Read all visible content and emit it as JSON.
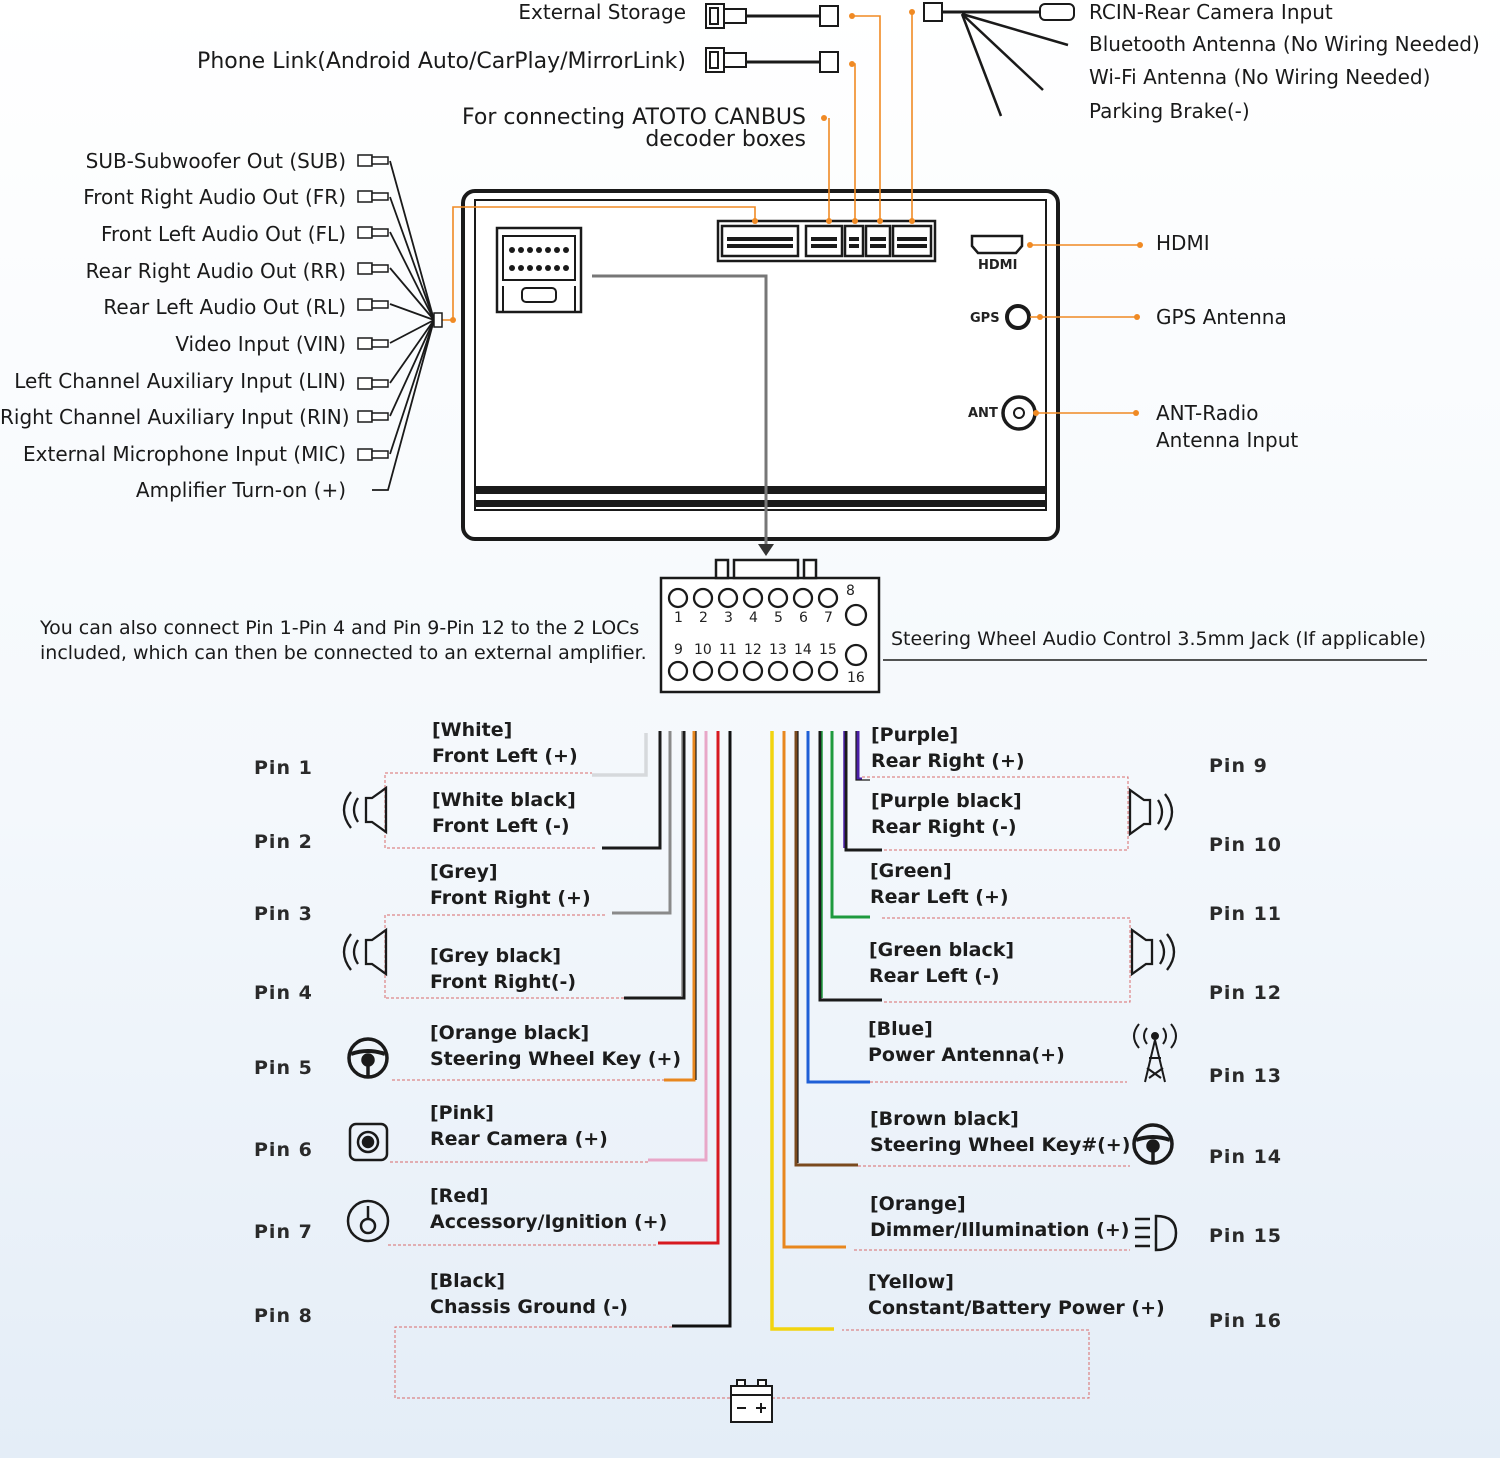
{
  "top_left": {
    "external_storage": "External Storage",
    "phone_link": "Phone Link(Android Auto/CarPlay/MirrorLink)",
    "canbus_line1": "For connecting ATOTO CANBUS",
    "canbus_line2": "decoder boxes"
  },
  "top_right": [
    "RCIN-Rear Camera Input",
    "Bluetooth Antenna (No Wiring Needed)",
    "Wi-Fi Antenna (No Wiring Needed)",
    "Parking Brake(-)"
  ],
  "rca_outputs": [
    "SUB-Subwoofer Out (SUB)",
    "Front Right Audio Out (FR)",
    "Front Left Audio Out (FL)",
    "Rear Right Audio Out (RR)",
    "Rear Left Audio Out (RL)",
    "Video Input (VIN)",
    "Left Channel Auxiliary Input (LIN)",
    "Right Channel Auxiliary Input (RIN)",
    "External Microphone Input (MIC)",
    "Amplifier Turn-on (+)"
  ],
  "right_ports": {
    "hdmi": "HDMI",
    "hdmi_tag": "HDMI",
    "gps": "GPS Antenna",
    "gps_tag": "GPS",
    "ant_line1": "ANT-Radio",
    "ant_line2": "Antenna Input",
    "ant_tag": "ANT"
  },
  "connector": {
    "top_numbers": [
      "1",
      "2",
      "3",
      "4",
      "5",
      "6",
      "7",
      "8"
    ],
    "bottom_numbers": [
      "9",
      "10",
      "11",
      "12",
      "13",
      "14",
      "15",
      "16"
    ]
  },
  "notes": {
    "loc_line1": "You can also connect Pin 1-Pin 4 and Pin 9-Pin 12 to the 2 LOCs",
    "loc_line2": "included, which can then be connected to an external amplifier.",
    "steering_jack": "Steering Wheel Audio Control 3.5mm Jack (If applicable)"
  },
  "left_pins": [
    {
      "pin": "Pin 1",
      "color_name": "[White]",
      "function": "Front Left (+)",
      "color": "#e6e8ea"
    },
    {
      "pin": "Pin 2",
      "color_name": "[White black]",
      "function": "Front Left (-)",
      "color": "#2a2a2a"
    },
    {
      "pin": "Pin 3",
      "color_name": "[Grey]",
      "function": "Front Right (+)",
      "color": "#8a8a8a"
    },
    {
      "pin": "Pin 4",
      "color_name": "[Grey black]",
      "function": "Front Right(-)",
      "color": "#2a2a2a"
    },
    {
      "pin": "Pin 5",
      "color_name": "[Orange black]",
      "function": "Steering Wheel Key (+)",
      "color": "#e8871e"
    },
    {
      "pin": "Pin 6",
      "color_name": "[Pink]",
      "function": "Rear Camera (+)",
      "color": "#e8a7c8"
    },
    {
      "pin": "Pin 7",
      "color_name": "[Red]",
      "function": "Accessory/Ignition (+)",
      "color": "#d71920"
    },
    {
      "pin": "Pin 8",
      "color_name": "[Black]",
      "function": "Chassis Ground (-)",
      "color": "#111111"
    }
  ],
  "right_pins": [
    {
      "pin": "Pin 9",
      "color_name": "[Purple]",
      "function": "Rear Right (+)",
      "color": "#4b1fa8"
    },
    {
      "pin": "Pin 10",
      "color_name": "[Purple black]",
      "function": "Rear Right (-)",
      "color": "#2a2a2a"
    },
    {
      "pin": "Pin 11",
      "color_name": "[Green]",
      "function": "Rear Left (+)",
      "color": "#1e9a3e"
    },
    {
      "pin": "Pin 12",
      "color_name": "[Green black]",
      "function": "Rear Left (-)",
      "color": "#2a2a2a"
    },
    {
      "pin": "Pin 13",
      "color_name": "[Blue]",
      "function": "Power Antenna(+)",
      "color": "#1f5fd6"
    },
    {
      "pin": "Pin 14",
      "color_name": "[Brown black]",
      "function": "Steering Wheel Key#(+)",
      "color": "#7a4a1e"
    },
    {
      "pin": "Pin 15",
      "color_name": "[Orange]",
      "function": "Dimmer/Illumination (+)",
      "color": "#e8871e"
    },
    {
      "pin": "Pin 16",
      "color_name": "[Yellow]",
      "function": "Constant/Battery Power (+)",
      "color": "#f2d40f"
    }
  ],
  "icons": {
    "speaker": "speaker-icon",
    "steering": "steering-wheel-icon",
    "camera": "camera-icon",
    "ignition": "ignition-key-icon",
    "antenna": "antenna-tower-icon",
    "headlight": "headlight-icon",
    "battery": "battery-icon"
  },
  "accent_orange": "#f08a24"
}
